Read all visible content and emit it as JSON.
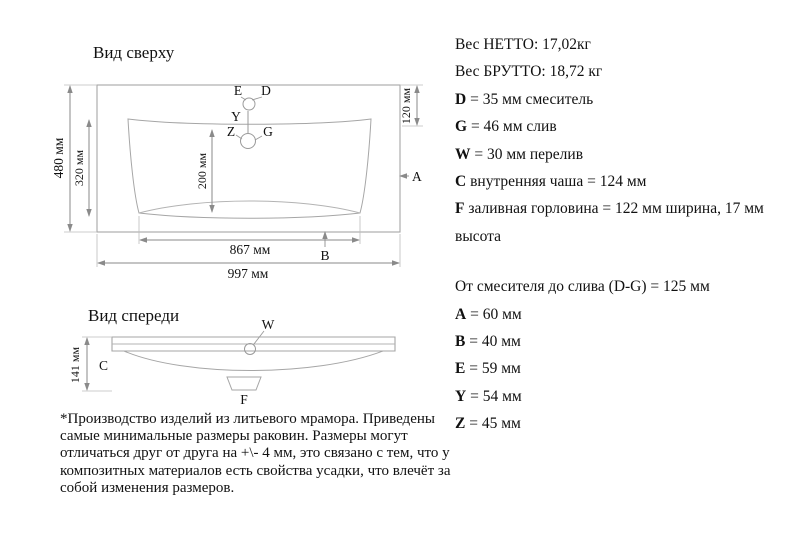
{
  "top_view": {
    "title": "Вид сверху",
    "dim_997": "997 мм",
    "dim_867": "867 мм",
    "dim_480": "480 мм",
    "dim_320": "320 мм",
    "dim_200": "200 мм",
    "dim_120": "120 мм",
    "label_E": "E",
    "label_D": "D",
    "label_Y": "Y",
    "label_Z": "Z",
    "label_G": "G",
    "label_A": "A",
    "label_B": "B"
  },
  "front_view": {
    "title": "Вид спереди",
    "dim_141": "141 мм",
    "label_W": "W",
    "label_C": "C",
    "label_F": "F"
  },
  "specs": {
    "lines": [
      {
        "b": "",
        "t": "Вес НЕТТО: 17,02кг"
      },
      {
        "b": "",
        "t": "Вес БРУТТО: 18,72 кг"
      },
      {
        "b": "D",
        "t": " = 35 мм смеситель"
      },
      {
        "b": "G",
        "t": " = 46 мм слив"
      },
      {
        "b": "W",
        "t": " = 30 мм перелив"
      },
      {
        "b": "C",
        "t": " внутренняя чаша = 124 мм"
      },
      {
        "b": "F",
        "t": " заливная горловина = 122 мм ширина, 17 мм высота"
      },
      {
        "b": "",
        "t": "От смесителя до слива (D-G) = 125 мм"
      },
      {
        "b": "A",
        "t": " = 60 мм"
      },
      {
        "b": "B",
        "t": " = 40 мм"
      },
      {
        "b": "E",
        "t": " = 59 мм"
      },
      {
        "b": "Y",
        "t": " = 54 мм"
      },
      {
        "b": "Z",
        "t": " = 45 мм"
      }
    ]
  },
  "note": "*Производство изделий из литьевого мрамора. Приведены самые минимальные размеры раковин. Размеры могут отличаться друг от друга на +\\- 4 мм, это связано с тем, что у композитных материалов есть свойства усадки, что влечёт за собой изменения размеров."
}
